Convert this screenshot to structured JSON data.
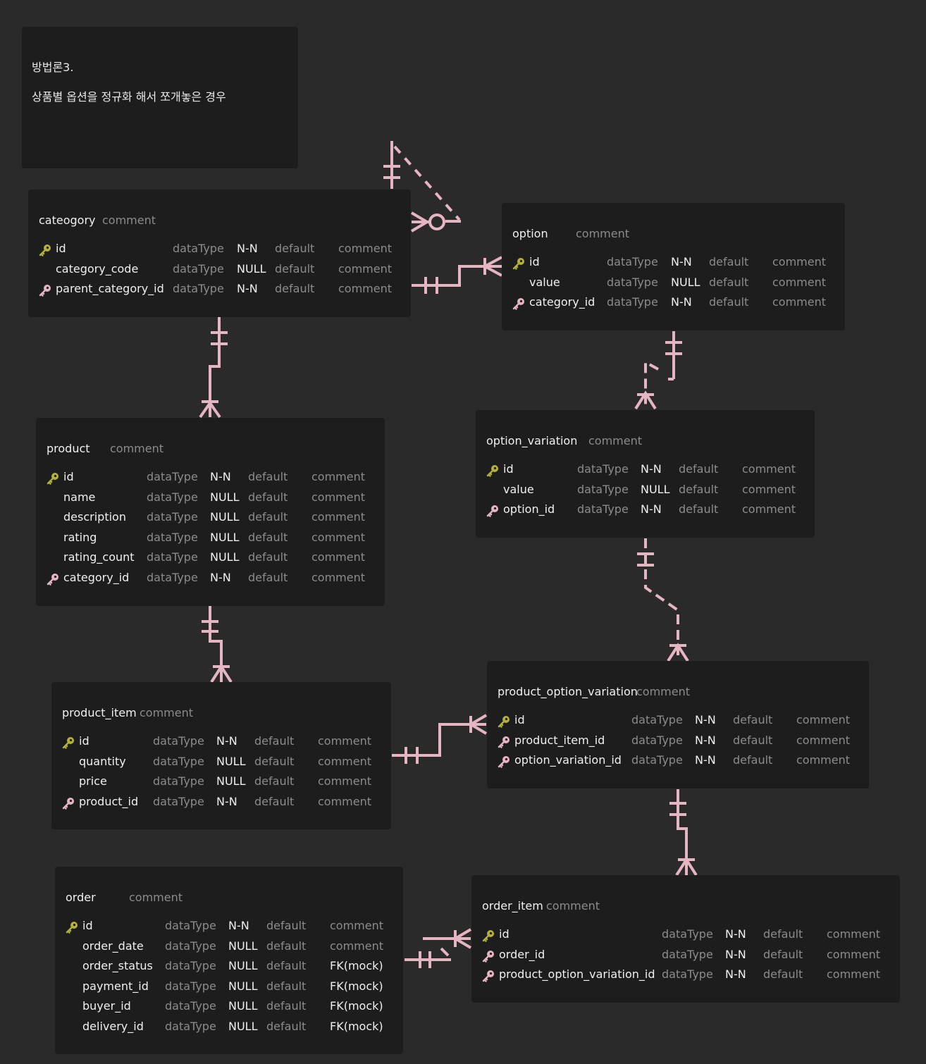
{
  "memo": {
    "line1": "방법론3.",
    "line2": "상품별 옵션을 정규화 해서 쪼개놓은 경우"
  },
  "colors": {
    "background": "#2a2a2a",
    "table_bg": "#1d1d1d",
    "relation_line": "#e6b5c2",
    "primary_key": "#b5b23a",
    "foreign_key": "#e6b5c2",
    "muted_text": "#8c8c8c",
    "text": "#f0f0f0"
  },
  "tables": {
    "category": {
      "name": "cateogory",
      "comment": "comment",
      "columns": [
        {
          "key": "pk",
          "name": "id",
          "type": "dataType",
          "null": "N-N",
          "default": "default",
          "comment": "comment"
        },
        {
          "key": "",
          "name": "category_code",
          "type": "dataType",
          "null": "NULL",
          "default": "default",
          "comment": "comment"
        },
        {
          "key": "fk",
          "name": "parent_category_id",
          "type": "dataType",
          "null": "N-N",
          "default": "default",
          "comment": "comment"
        }
      ]
    },
    "option": {
      "name": "option",
      "comment": "comment",
      "columns": [
        {
          "key": "pk",
          "name": "id",
          "type": "dataType",
          "null": "N-N",
          "default": "default",
          "comment": "comment"
        },
        {
          "key": "",
          "name": "value",
          "type": "dataType",
          "null": "NULL",
          "default": "default",
          "comment": "comment"
        },
        {
          "key": "fk",
          "name": "category_id",
          "type": "dataType",
          "null": "N-N",
          "default": "default",
          "comment": "comment"
        }
      ]
    },
    "product": {
      "name": "product",
      "comment": "comment",
      "columns": [
        {
          "key": "pk",
          "name": "id",
          "type": "dataType",
          "null": "N-N",
          "default": "default",
          "comment": "comment"
        },
        {
          "key": "",
          "name": "name",
          "type": "dataType",
          "null": "NULL",
          "default": "default",
          "comment": "comment"
        },
        {
          "key": "",
          "name": "description",
          "type": "dataType",
          "null": "NULL",
          "default": "default",
          "comment": "comment"
        },
        {
          "key": "",
          "name": "rating",
          "type": "dataType",
          "null": "NULL",
          "default": "default",
          "comment": "comment"
        },
        {
          "key": "",
          "name": "rating_count",
          "type": "dataType",
          "null": "NULL",
          "default": "default",
          "comment": "comment"
        },
        {
          "key": "fk",
          "name": "category_id",
          "type": "dataType",
          "null": "N-N",
          "default": "default",
          "comment": "comment"
        }
      ]
    },
    "option_variation": {
      "name": "option_variation",
      "comment": "comment",
      "columns": [
        {
          "key": "pk",
          "name": "id",
          "type": "dataType",
          "null": "N-N",
          "default": "default",
          "comment": "comment"
        },
        {
          "key": "",
          "name": "value",
          "type": "dataType",
          "null": "NULL",
          "default": "default",
          "comment": "comment"
        },
        {
          "key": "fk",
          "name": "option_id",
          "type": "dataType",
          "null": "N-N",
          "default": "default",
          "comment": "comment"
        }
      ]
    },
    "product_item": {
      "name": "product_item",
      "comment": "comment",
      "columns": [
        {
          "key": "pk",
          "name": "id",
          "type": "dataType",
          "null": "N-N",
          "default": "default",
          "comment": "comment"
        },
        {
          "key": "",
          "name": "quantity",
          "type": "dataType",
          "null": "NULL",
          "default": "default",
          "comment": "comment"
        },
        {
          "key": "",
          "name": "price",
          "type": "dataType",
          "null": "NULL",
          "default": "default",
          "comment": "comment"
        },
        {
          "key": "fk",
          "name": "product_id",
          "type": "dataType",
          "null": "N-N",
          "default": "default",
          "comment": "comment"
        }
      ]
    },
    "product_option_variation": {
      "name": "product_option_variation",
      "comment": "comment",
      "columns": [
        {
          "key": "pk",
          "name": "id",
          "type": "dataType",
          "null": "N-N",
          "default": "default",
          "comment": "comment"
        },
        {
          "key": "fk",
          "name": "product_item_id",
          "type": "dataType",
          "null": "N-N",
          "default": "default",
          "comment": "comment"
        },
        {
          "key": "fk",
          "name": "option_variation_id",
          "type": "dataType",
          "null": "N-N",
          "default": "default",
          "comment": "comment"
        }
      ]
    },
    "order": {
      "name": "order",
      "comment": "comment",
      "columns": [
        {
          "key": "pk",
          "name": "id",
          "type": "dataType",
          "null": "N-N",
          "default": "default",
          "comment": "comment"
        },
        {
          "key": "",
          "name": "order_date",
          "type": "dataType",
          "null": "NULL",
          "default": "default",
          "comment": "comment"
        },
        {
          "key": "",
          "name": "order_status",
          "type": "dataType",
          "null": "NULL",
          "default": "default",
          "comment": "FK(mock)"
        },
        {
          "key": "",
          "name": "payment_id",
          "type": "dataType",
          "null": "NULL",
          "default": "default",
          "comment": "FK(mock)"
        },
        {
          "key": "",
          "name": "buyer_id",
          "type": "dataType",
          "null": "NULL",
          "default": "default",
          "comment": "FK(mock)"
        },
        {
          "key": "",
          "name": "delivery_id",
          "type": "dataType",
          "null": "NULL",
          "default": "default",
          "comment": "FK(mock)"
        }
      ]
    },
    "order_item": {
      "name": "order_item",
      "comment": "comment",
      "columns": [
        {
          "key": "pk",
          "name": "id",
          "type": "dataType",
          "null": "N-N",
          "default": "default",
          "comment": "comment"
        },
        {
          "key": "fk",
          "name": "order_id",
          "type": "dataType",
          "null": "N-N",
          "default": "default",
          "comment": "comment"
        },
        {
          "key": "fk",
          "name": "product_option_variation_id",
          "type": "dataType",
          "null": "N-N",
          "default": "default",
          "comment": "comment"
        }
      ]
    }
  },
  "relationships": [
    {
      "from": "category",
      "to": "category",
      "cardinality": "one-to-zero-or-many",
      "style": "dashed"
    },
    {
      "from": "category",
      "to": "option",
      "cardinality": "one-to-many",
      "style": "solid"
    },
    {
      "from": "category",
      "to": "product",
      "cardinality": "one-to-many",
      "style": "solid"
    },
    {
      "from": "option",
      "to": "option_variation",
      "cardinality": "one-to-many",
      "style": "dashed"
    },
    {
      "from": "product",
      "to": "product_item",
      "cardinality": "one-to-many",
      "style": "solid"
    },
    {
      "from": "option_variation",
      "to": "product_option_variation",
      "cardinality": "one-to-many",
      "style": "dashed"
    },
    {
      "from": "product_item",
      "to": "product_option_variation",
      "cardinality": "one-to-many",
      "style": "solid"
    },
    {
      "from": "product_option_variation",
      "to": "order_item",
      "cardinality": "one-to-many",
      "style": "solid"
    },
    {
      "from": "order",
      "to": "order_item",
      "cardinality": "one-to-many",
      "style": "solid"
    }
  ]
}
